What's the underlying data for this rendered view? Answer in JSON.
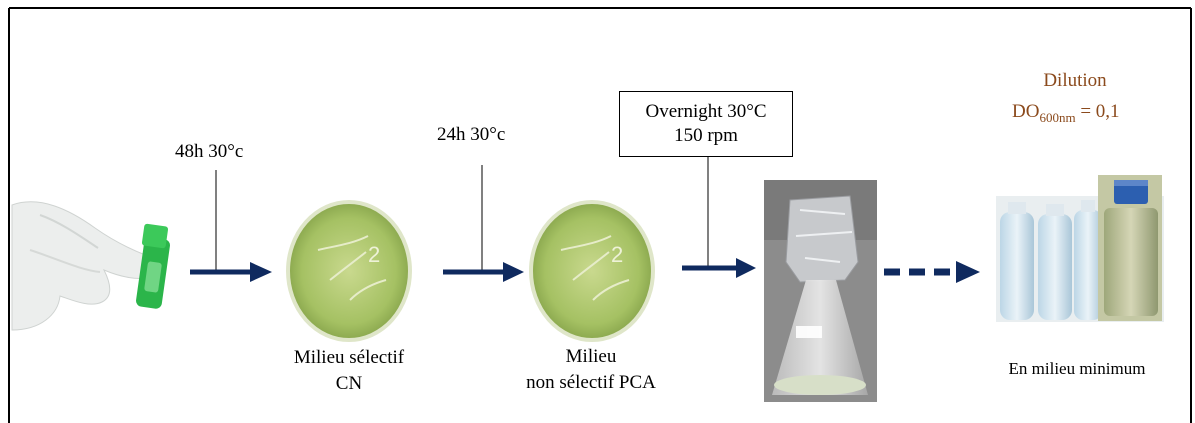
{
  "steps": {
    "step1_condition": "48h 30°c",
    "step2_condition": "24h 30°c",
    "step3_condition_line1": "Overnight 30°C",
    "step3_condition_line2": "150 rpm",
    "medium1_line1": "Milieu sélectif",
    "medium1_line2": "CN",
    "medium2_line1": "Milieu",
    "medium2_line2": "non sélectif PCA",
    "dilution_title": "Dilution",
    "dilution_do": "DO",
    "dilution_subscript": "600nm",
    "dilution_value": "= 0,1",
    "final_medium": "En milieu minimum"
  },
  "colors": {
    "arrow": "#0f2a5f",
    "dilution_text": "#8b4a1c",
    "petri_agar": "#a9c56a",
    "glove": "#eef0ee",
    "vial_green": "#22b53c"
  }
}
